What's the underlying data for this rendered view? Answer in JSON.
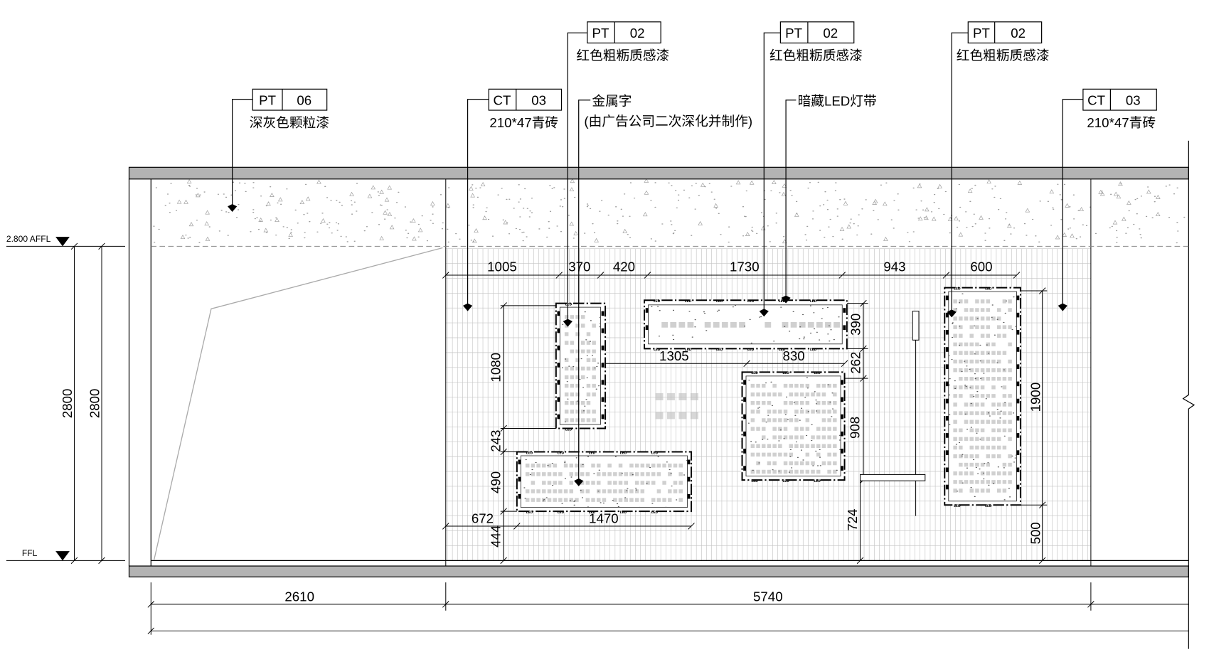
{
  "tags": [
    {
      "code": "PT",
      "num": "06",
      "desc": "深灰色颗粒漆"
    },
    {
      "code": "CT",
      "num": "03",
      "desc": "210*47青砖"
    },
    {
      "code": "PT",
      "num": "02",
      "desc": "红色粗粝质感漆"
    },
    {
      "code": "PT",
      "num": "02",
      "desc": "红色粗粝质感漆"
    },
    {
      "code": "PT",
      "num": "02",
      "desc": "红色粗粝质感漆"
    },
    {
      "code": "CT",
      "num": "03",
      "desc": "210*47青砖"
    }
  ],
  "notes": {
    "metal_lettering": "金属字",
    "metal_lettering_detail": "(由广告公司二次深化并制作)",
    "hidden_led": "暗藏LED灯带"
  },
  "levels": {
    "ceiling": "2.800 AFFL",
    "floor": "FFL"
  },
  "dims": {
    "overall_height": [
      "2800",
      "2800"
    ],
    "overall_width": [
      "2610",
      "5740"
    ],
    "top_row": [
      "1005",
      "370",
      "420",
      "1730",
      "943",
      "600"
    ],
    "middle_row": [
      "1305",
      "830"
    ],
    "bottom_left_row": [
      "672",
      "1470"
    ],
    "left_column": [
      "1080",
      "243",
      "490",
      "444"
    ],
    "center_column": [
      "390",
      "262",
      "908",
      "724"
    ],
    "right_column": [
      "1900",
      "500"
    ]
  },
  "led_mark": "LED",
  "colors": {
    "line": "#000000",
    "slab": "#b3b3b3",
    "brick": "#c6c6c6",
    "concrete": "#9c9c9c",
    "panel_texture": "#aaaaaa"
  }
}
